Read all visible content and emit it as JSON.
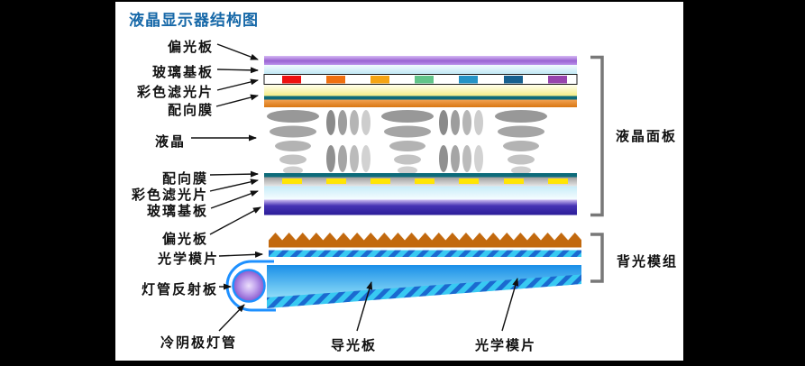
{
  "diagram": {
    "title": "液晶显示器结构图",
    "title_color": "#1668a8",
    "group_labels": {
      "lcd_panel": "液晶面板",
      "backlight_module": "背光模组"
    },
    "layer_labels": {
      "polarizer_top": "偏光板",
      "glass_substrate_top": "玻璃基板",
      "color_filter_top": "彩色滤光片",
      "alignment_film_top": "配向膜",
      "liquid_crystal": "液晶",
      "alignment_film_bottom": "配向膜",
      "color_filter_bottom": "彩色滤光片",
      "glass_substrate_bottom": "玻璃基板",
      "polarizer_bottom": "偏光板",
      "optical_film_top": "光学模片",
      "lamp_reflector": "灯管反射板",
      "cold_cathode_lamp": "冷阴极灯管",
      "light_guide_plate": "导光板",
      "optical_film_bottom": "光学模片"
    },
    "filter_square_colors": [
      "#ee1010",
      "#f07010",
      "#f5a413",
      "#62c489",
      "#2593c6",
      "#16608f",
      "#9743ad"
    ],
    "tft_square_color": "#ffe504",
    "layer_colors": {
      "polarizer_top": "#9a63d2",
      "glass": "#bfe7f4",
      "overcoat_yellow": "#f6ef8e",
      "alignment_teal": "#0d6b7a",
      "alignment_orange": "#d97712",
      "tft_gray": "#b5b5b5",
      "polarizer_bottom": "#2a1d98",
      "prism_sheet": "#c2690e",
      "film_cyan": "#38c9f2",
      "film_stripe_blue": "#1b6ad0",
      "light_guide_blue": "#1a8fe8",
      "reflector_blue": "#1e90ff",
      "lamp_purple": "#7b50bf",
      "bracket_gray": "#787878"
    }
  }
}
